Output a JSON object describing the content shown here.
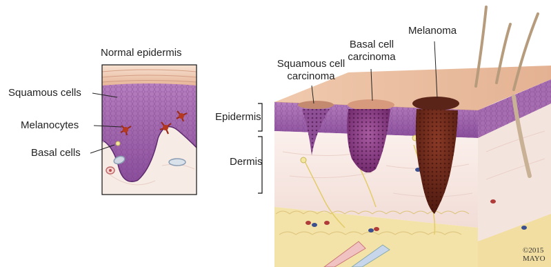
{
  "labels": {
    "normal_epidermis": "Normal epidermis",
    "squamous_cells": "Squamous cells",
    "melanocytes": "Melanocytes",
    "basal_cells": "Basal cells",
    "epidermis": "Epidermis",
    "dermis": "Dermis",
    "squamous_cell_carcinoma_line1": "Squamous cell",
    "squamous_cell_carcinoma_line2": "carcinoma",
    "basal_cell_carcinoma_line1": "Basal cell",
    "basal_cell_carcinoma_line2": "carcinoma",
    "melanoma": "Melanoma"
  },
  "credit": {
    "line1": "©2015",
    "line2": "MAYO"
  },
  "colors": {
    "skin_surface": "#e8b89a",
    "epidermis_purple": "#9b5aa8",
    "dermis_pink": "#f6e6e2",
    "fat_yellow": "#f3e3a8",
    "melanoma_brown": "#6e2a1c",
    "basal_carcinoma": "#7e2f7a",
    "melanocyte_red": "#9a2b1a"
  }
}
